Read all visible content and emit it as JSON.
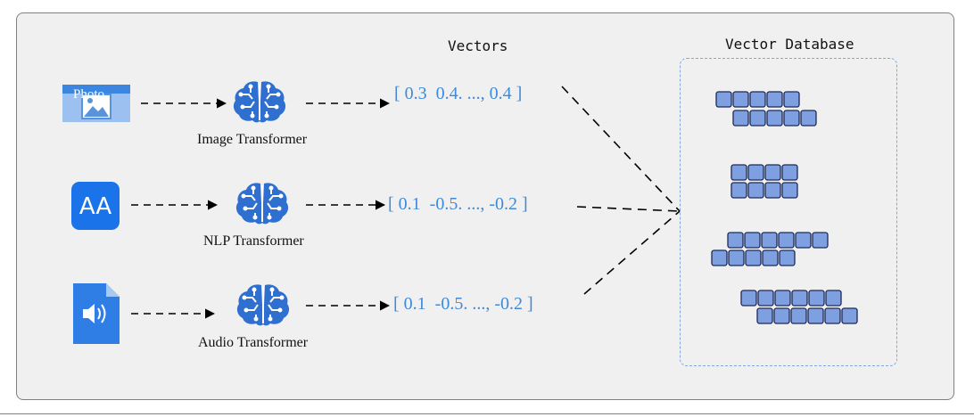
{
  "headings": {
    "vectors": "Vectors",
    "vector_database": "Vector Database"
  },
  "rows": [
    {
      "input_icon": "photo-image-icon",
      "input_label": "Photo",
      "transformer_icon": "brain-circuit-icon",
      "transformer_label": "Image Transformer",
      "vector": "[ 0.3  0.4. ..., 0.4 ]"
    },
    {
      "input_icon": "text-font-icon",
      "input_label": "AA",
      "transformer_icon": "brain-circuit-icon",
      "transformer_label": "NLP Transformer",
      "vector": "[ 0.1  -0.5. ..., -0.2 ]"
    },
    {
      "input_icon": "audio-file-icon",
      "transformer_icon": "brain-circuit-icon",
      "transformer_label": "Audio Transformer",
      "vector": "[ 0.1  -0.5. ..., -0.2 ]"
    }
  ],
  "colors": {
    "panel_background": "#f0f0f0",
    "panel_border": "#808080",
    "brain_blue": "#2f6fd0",
    "vector_text_blue": "#3f8ad8",
    "db_cell_fill": "#7e9fe0",
    "db_cell_stroke": "#1f2a55",
    "db_border": "#7ea6e0",
    "input_icon_blue": "#2f7ee6"
  }
}
